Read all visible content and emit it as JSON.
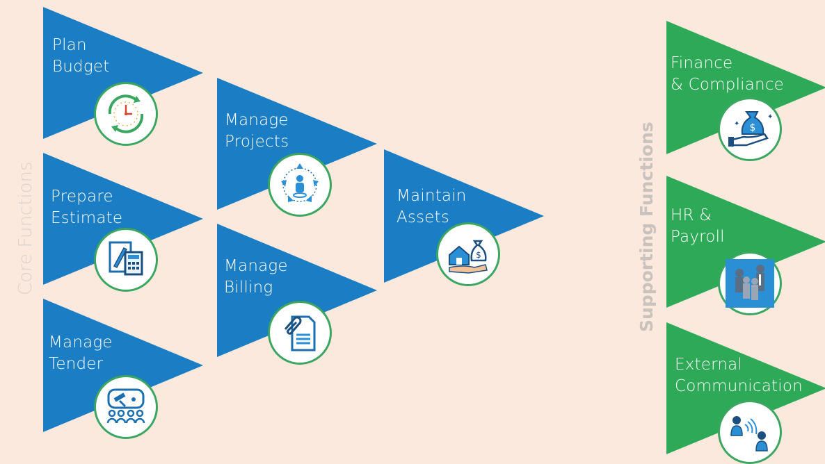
{
  "sections": {
    "core": "Core Functions",
    "supporting": "Supporting Functions"
  },
  "colors": {
    "background": "#fbe9dd",
    "core_triangle": "#1b7dc4",
    "supporting_triangle": "#2ea957",
    "badge_ring": "#3aa660",
    "core_title": "#d9d2cc",
    "supporting_title": "#c9c2bd"
  },
  "core_functions": [
    {
      "line1": "Plan",
      "line2": "Budget",
      "icon": "clock-icon"
    },
    {
      "line1": "Prepare",
      "line2": "Estimate",
      "icon": "estimate-calculator-icon"
    },
    {
      "line1": "Manage",
      "line2": "Tender",
      "icon": "tender-auction-icon"
    },
    {
      "line1": "Manage",
      "line2": "Projects",
      "icon": "project-person-cycle-icon"
    },
    {
      "line1": "Manage",
      "line2": "Billing",
      "icon": "billing-document-icon"
    },
    {
      "line1": "Maintain",
      "line2": "Assets",
      "icon": "assets-house-money-icon"
    }
  ],
  "supporting_functions": [
    {
      "line1": "Finance",
      "line2": "& Compliance",
      "icon": "finance-money-bag-icon"
    },
    {
      "line1": "HR &",
      "line2": "Payroll",
      "icon": "hr-people-icon"
    },
    {
      "line1": "External",
      "line2": "Communication",
      "icon": "communication-people-icon"
    }
  ]
}
